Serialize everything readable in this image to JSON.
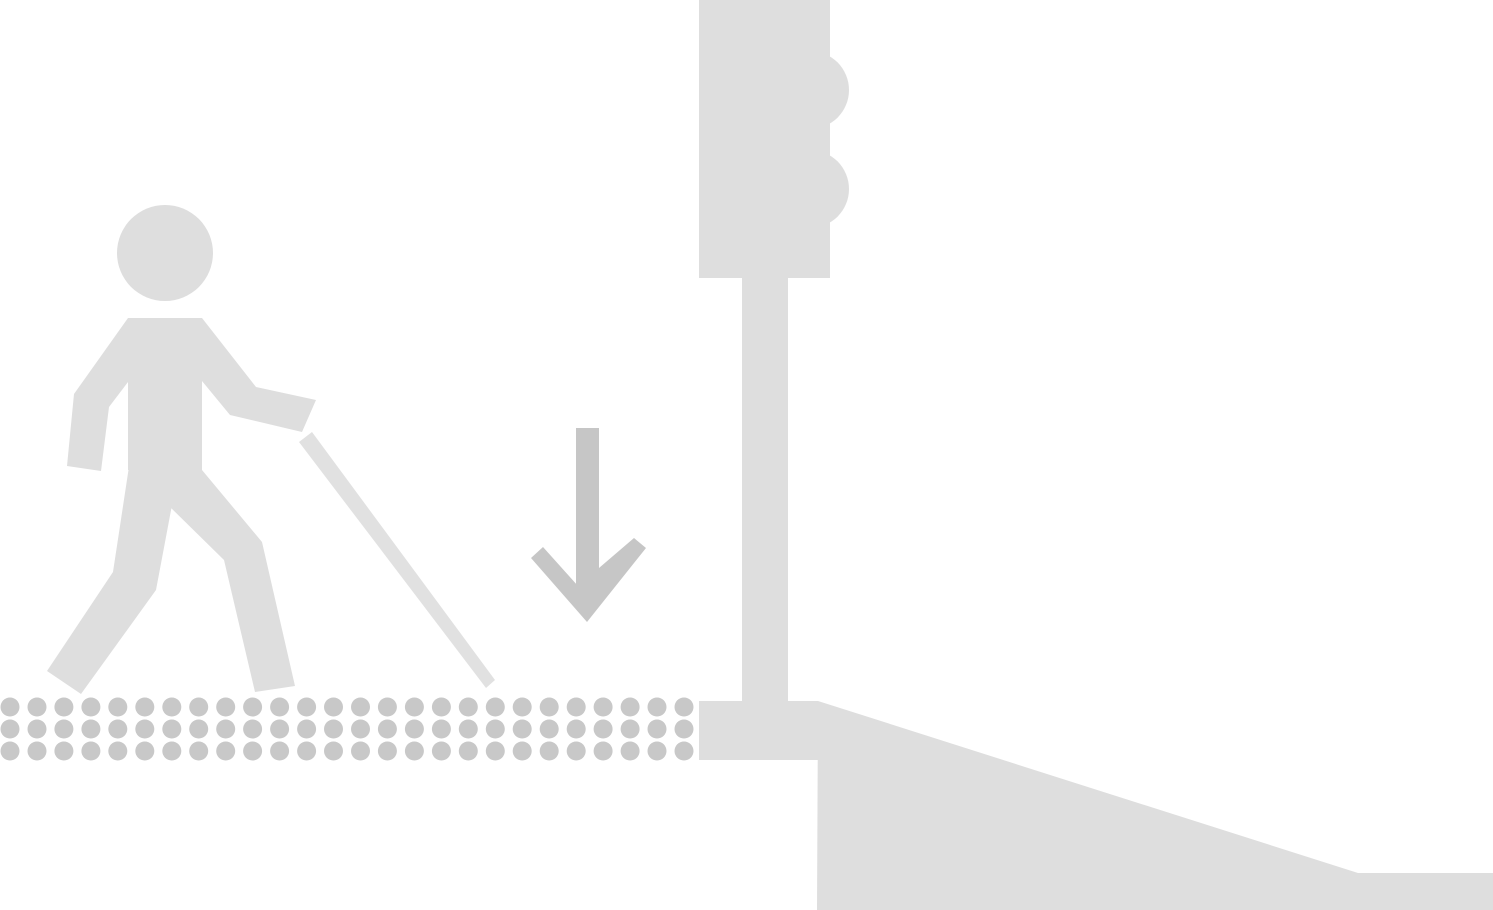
{
  "scene": {
    "description_text": "",
    "colors": {
      "background": "#ffffff",
      "figure": "#dedede",
      "arrow": "#c6c6c6",
      "tactile_dot": "#c8c8c8"
    },
    "elements": {
      "pedestrian": "pedestrian-with-white-cane-icon",
      "cane": "white-cane",
      "arrow": "arrow-down-icon",
      "tactile_paving": "tactile-warning-dots",
      "traffic_signal": "traffic-light-icon",
      "curb_ramp": "curb-ramp"
    },
    "tactile_paving": {
      "rows": 3,
      "columns": 26
    }
  }
}
